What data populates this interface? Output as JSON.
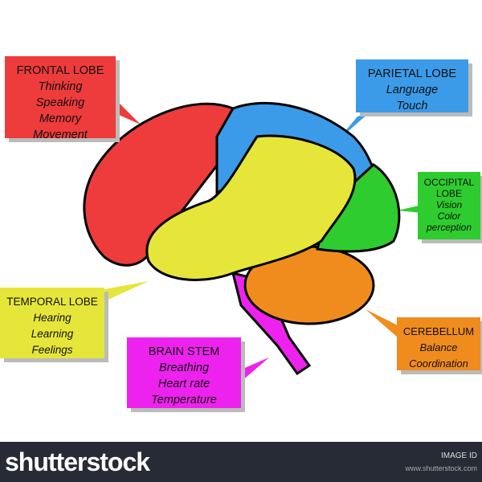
{
  "labels": {
    "frontal": {
      "title": "FRONTAL LOBE",
      "items": [
        "Thinking",
        "Speaking",
        "Memory",
        "Movement"
      ],
      "color": "#ee3b3b"
    },
    "parietal": {
      "title": "PARIETAL LOBE",
      "items": [
        "Language",
        "Touch"
      ],
      "color": "#3b9be8"
    },
    "occipital": {
      "title": "OCCIPITAL LOBE",
      "items": [
        "Vision",
        "Color perception"
      ],
      "color": "#2ecc2e"
    },
    "temporal": {
      "title": "TEMPORAL LOBE",
      "items": [
        "Hearing",
        "Learning",
        "Feelings"
      ],
      "color": "#e6e63a"
    },
    "brainstem": {
      "title": "BRAIN STEM",
      "items": [
        "Breathing",
        "Heart rate",
        "Temperature"
      ],
      "color": "#ee22ee"
    },
    "cerebellum": {
      "title": "CEREBELLUM",
      "items": [
        "Balance",
        "Coordination"
      ],
      "color": "#f08c1e"
    }
  },
  "footer": {
    "logo": "shutterstock",
    "image_id": "IMAGE ID",
    "site": "www.shutterstock.com"
  }
}
